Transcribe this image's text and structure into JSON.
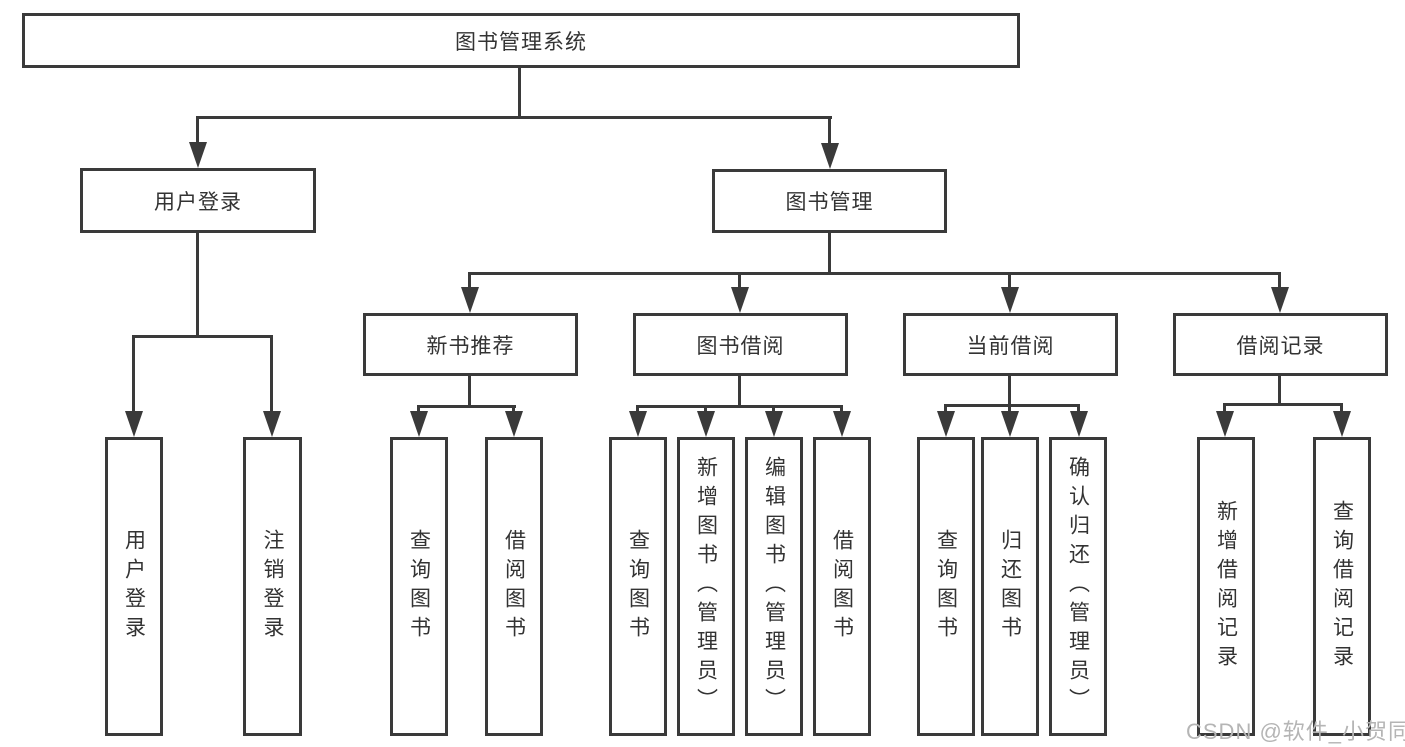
{
  "tree": {
    "label": "图书管理系统",
    "children": [
      {
        "label": "用户登录",
        "children": [
          {
            "label": "用户登录"
          },
          {
            "label": "注销登录"
          }
        ]
      },
      {
        "label": "图书管理",
        "children": [
          {
            "label": "新书推荐",
            "children": [
              {
                "label": "查询图书"
              },
              {
                "label": "借阅图书"
              }
            ]
          },
          {
            "label": "图书借阅",
            "children": [
              {
                "label": "查询图书"
              },
              {
                "label": "新增图书（管理员）"
              },
              {
                "label": "编辑图书（管理员）"
              },
              {
                "label": "借阅图书"
              }
            ]
          },
          {
            "label": "当前借阅",
            "children": [
              {
                "label": "查询图书"
              },
              {
                "label": "归还图书"
              },
              {
                "label": "确认归还（管理员）"
              }
            ]
          },
          {
            "label": "借阅记录",
            "children": [
              {
                "label": "新增借阅记录"
              },
              {
                "label": "查询借阅记录"
              }
            ]
          }
        ]
      }
    ]
  },
  "watermark": {
    "text": "CSDN @软件_小贺同学"
  },
  "colors": {
    "line": "#3a3a3a",
    "text": "#333333",
    "watermark": "#b5b5b5",
    "background": "#ffffff"
  }
}
